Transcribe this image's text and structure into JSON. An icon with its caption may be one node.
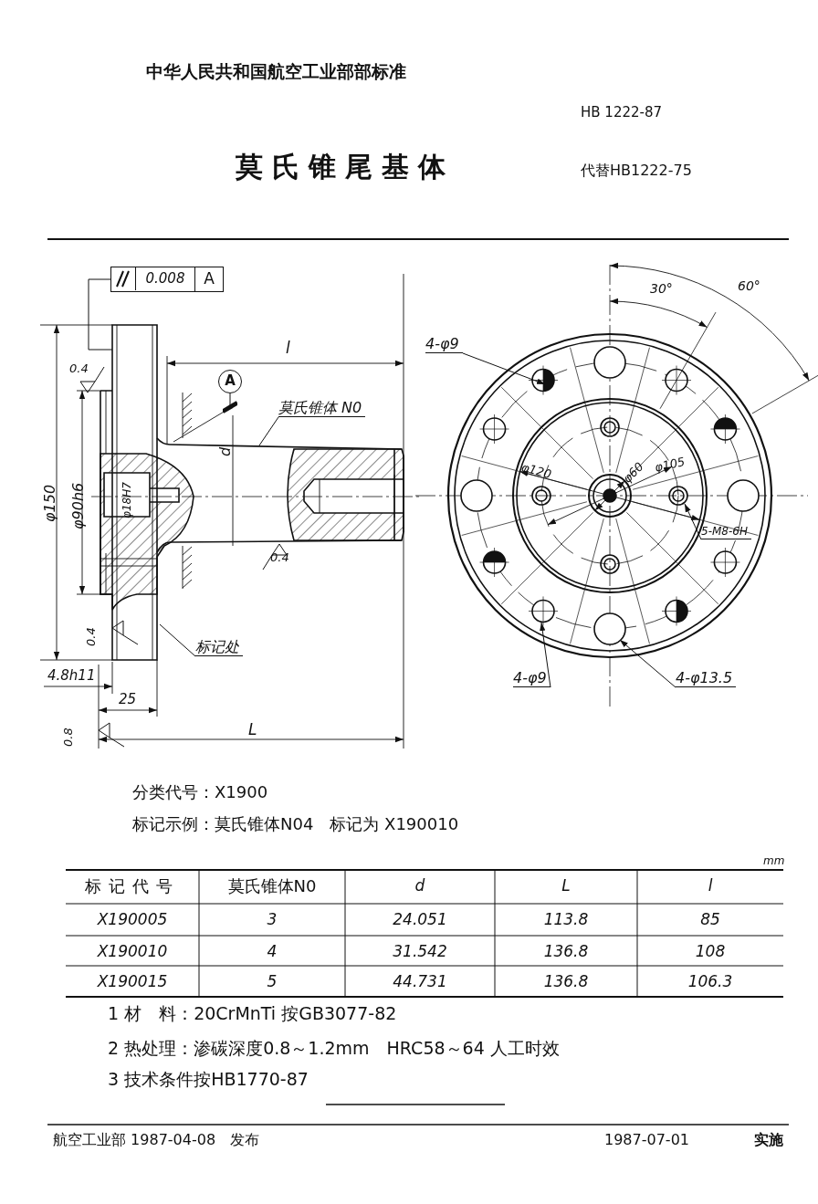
{
  "diagram": {
    "title": "莫氏锥尾基体",
    "nodes": [
      {
        "text": [
          "0.008",
          "A"
        ]
      },
      {
        "text": [
          "A"
        ]
      },
      {
        "text": [
          "莫氏锥体 N0"
        ]
      },
      {
        "text": [
          "标记处"
        ]
      },
      {
        "text": [
          "4-φ9"
        ]
      },
      {
        "text": [
          "5-M8-6H"
        ]
      },
      {
        "text": [
          "4-φ9"
        ]
      },
      {
        "text": [
          "4-φ13.5"
        ]
      }
    ],
    "edges": [
      {
        "from": 0,
        "to": null,
        "arrow": "none"
      },
      {
        "from": 1,
        "to": null,
        "arrow": "other"
      },
      {
        "from": 2,
        "to": null,
        "arrow": "none"
      },
      {
        "from": 3,
        "to": null,
        "arrow": "none"
      },
      {
        "from": 4,
        "to": null,
        "arrow": "to"
      },
      {
        "from": 5,
        "to": null,
        "arrow": "to"
      },
      {
        "from": 6,
        "to": null,
        "arrow": "to"
      },
      {
        "from": 7,
        "to": null,
        "arrow": "to"
      }
    ],
    "labels": [
      "中华人民共和国航空工业部部标准",
      "HB 1222-87",
      "代替HB1222-75",
      "l",
      "0.4",
      "d",
      "φ150",
      "φ90h6",
      "φ18H7",
      "0.4",
      "0.4",
      "4.8h11",
      "25",
      "0.8",
      "L",
      "30°",
      "60°",
      "φ120",
      "φ60",
      "φ105",
      "分类代号：X1900",
      "标记示例：莫氏锥体N04　标记为 X190010",
      "mm",
      "标记代号",
      "莫氏锥体N0",
      "d",
      "L",
      "l",
      "X190005",
      "3",
      "24.051",
      "113.8",
      "85",
      "X190010",
      "4",
      "31.542",
      "136.8",
      "108",
      "X190015",
      "5",
      "44.731",
      "136.8",
      "106.3",
      "1 材　料：20CrMnTi 按GB3077-82",
      "2 热处理：渗碳深度0.8～1.2mm　HRC58～64 人工时效",
      "3 技术条件按HB1770-87",
      "航空工业部 1987-04-08　发布",
      "1987-07-01",
      "实施"
    ]
  }
}
